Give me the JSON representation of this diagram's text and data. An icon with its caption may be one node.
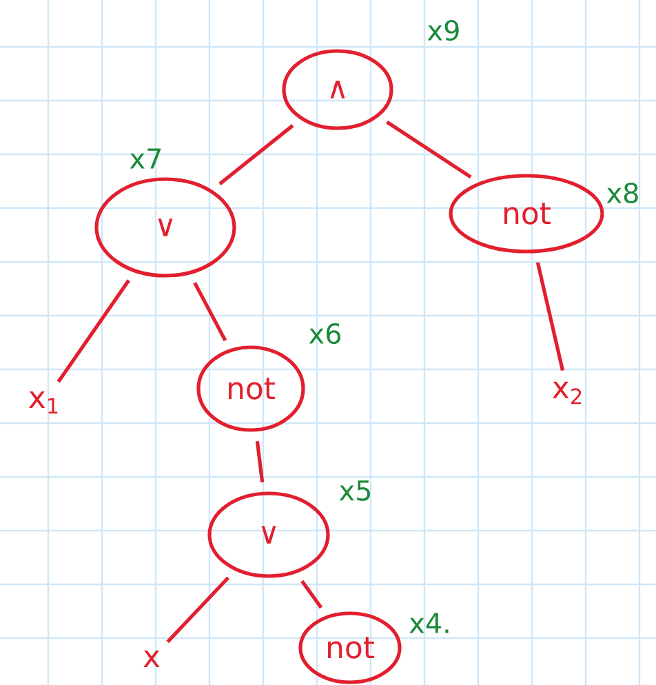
{
  "diagram": {
    "nodes": [
      {
        "text": [
          "∧"
        ],
        "beside": [
          "x9"
        ]
      },
      {
        "text": [
          "∨"
        ],
        "beside": [
          "x7"
        ]
      },
      {
        "text": [
          "not"
        ],
        "beside": [
          "x8"
        ]
      },
      {
        "text": [
          "x$_{1}$"
        ]
      },
      {
        "text": [
          "not"
        ],
        "beside": [
          "x6"
        ]
      },
      {
        "text": [
          "x$_{2}$"
        ]
      },
      {
        "text": [
          "∨"
        ],
        "beside": [
          "x5"
        ]
      },
      {
        "text": [
          "x"
        ]
      },
      {
        "text": [
          "not"
        ],
        "beside": [
          "x4."
        ]
      }
    ],
    "edges": [
      {
        "from": 0,
        "to": 1,
        "arrow": "none"
      },
      {
        "from": 0,
        "to": 2,
        "arrow": "none"
      },
      {
        "from": 1,
        "to": 3,
        "arrow": "none"
      },
      {
        "from": 1,
        "to": 4,
        "arrow": "none"
      },
      {
        "from": 2,
        "to": 5,
        "arrow": "none"
      },
      {
        "from": 4,
        "to": 6,
        "arrow": "none"
      },
      {
        "from": 6,
        "to": 7,
        "arrow": "none"
      },
      {
        "from": 6,
        "to": 8,
        "arrow": "none"
      }
    ]
  }
}
